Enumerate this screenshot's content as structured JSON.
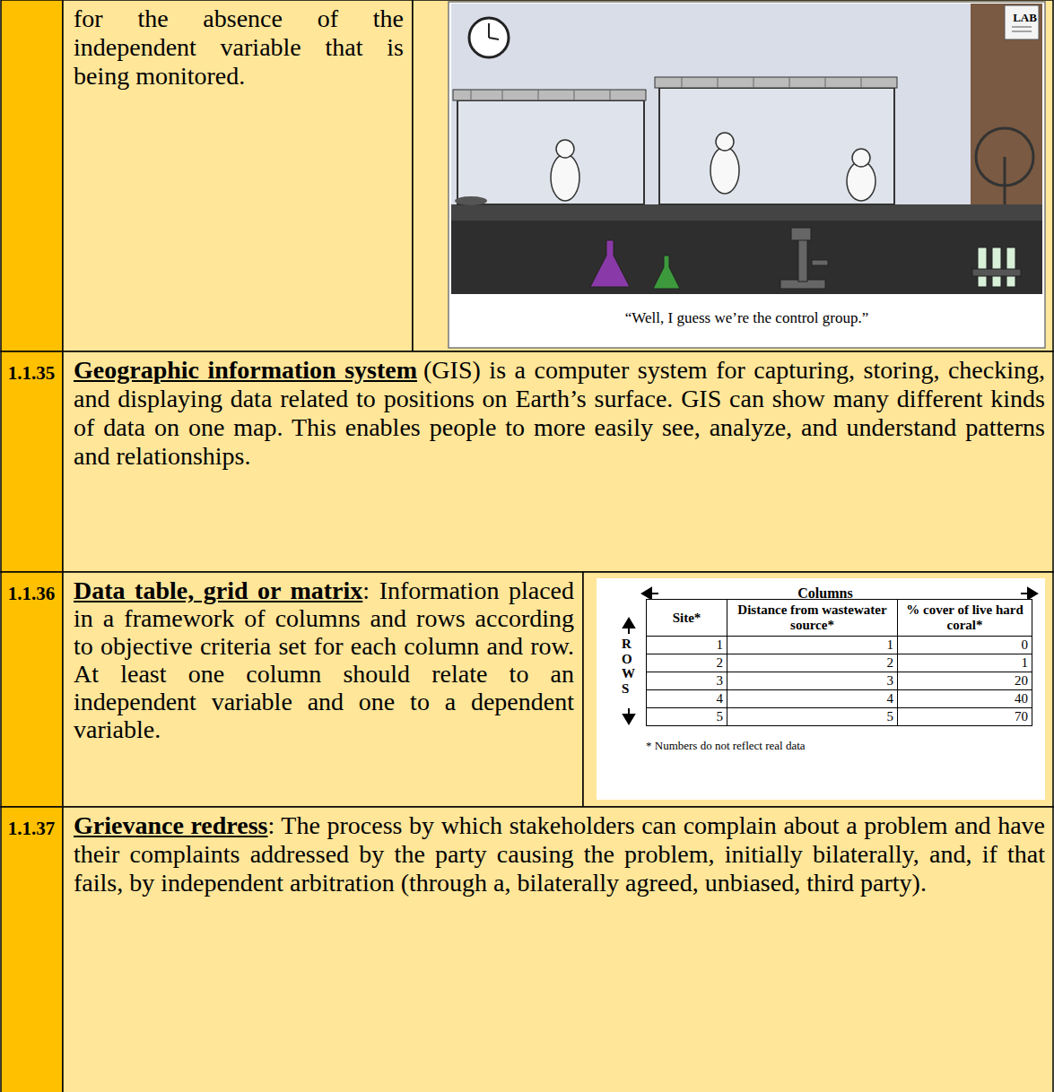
{
  "diagram": {
    "nodes": [
      {
        "text": [
          "for the absence of the independent variable that is being monitored."
        ]
      },
      {
        "text": [
          "LAB",
          "“Well, I guess we’re the control group.”"
        ]
      },
      {
        "text": [
          "1.1.35"
        ]
      },
      {
        "text": [
          "Geographic information system",
          "(GIS) is a computer system for capturing, storing, checking, and displaying data related to positions on Earth’s surface. GIS can show many different kinds of data on one map. This enables people to more easily see, analyze, and understand patterns and relationships."
        ]
      },
      {
        "text": [
          "1.1.36"
        ]
      },
      {
        "text": [
          "Data table, grid or matrix",
          ": Information placed in a framework of columns and rows according to objective criteria set for each column and row. At least one column should relate to an independent variable and one to a dependent variable."
        ]
      },
      {
        "text": [
          "Columns",
          "ROWS",
          "* Numbers do not reflect real data"
        ]
      },
      {
        "text": [
          "1.1.37"
        ]
      },
      {
        "text": [
          "Grievance redress",
          ": The process by which stakeholders can complain about a problem and have their complaints addressed by the party causing the problem, initially bilaterally, and, if that fails, by independent arbitration (through a, bilaterally agreed, unbiased, third party)."
        ]
      }
    ],
    "labels": [
      "Site*",
      "Distance from wastewater source*",
      "% cover of live hard coral*",
      "1",
      "1",
      "0",
      "2",
      "2",
      "1",
      "3",
      "3",
      "20",
      "4",
      "4",
      "40",
      "5",
      "5",
      "70"
    ]
  }
}
